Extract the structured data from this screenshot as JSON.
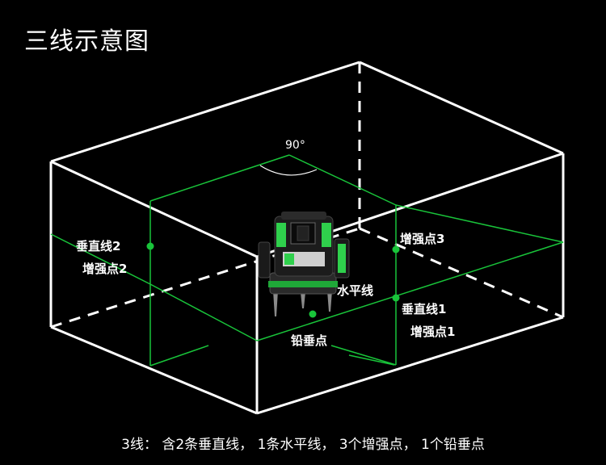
{
  "title": "三线示意图",
  "angle_label": "90°",
  "labels": {
    "vertical_line_2": "垂直线2",
    "enhanced_point_2": "增强点2",
    "enhanced_point_3": "增强点3",
    "horizontal_line": "水平线",
    "vertical_line_1": "垂直线1",
    "enhanced_point_1": "增强点1",
    "plumb_point": "铅垂点"
  },
  "caption": "3线：  含2条垂直线，  1条水平线，  3个增强点，  1个铅垂点",
  "colors": {
    "background": "#000000",
    "box": "#ffffff",
    "laser": "#19c43a",
    "device_body": "#1a2a1a",
    "device_accent": "#2fd04c"
  }
}
